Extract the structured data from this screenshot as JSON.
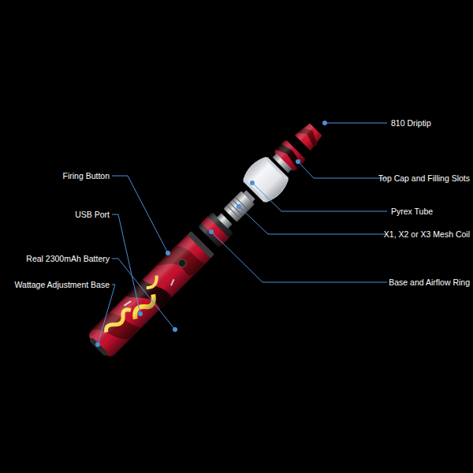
{
  "diagram": {
    "labels": [
      "810 Driptip",
      "Top Cap and Filling Slots",
      "Pyrex Tube",
      "X1, X2 or X3 Mesh Coil",
      "Base and Airflow Ring",
      "Firing Button",
      "USB Port",
      "Real 2300mAh Battery",
      "Wattage Adjustment Base"
    ]
  }
}
